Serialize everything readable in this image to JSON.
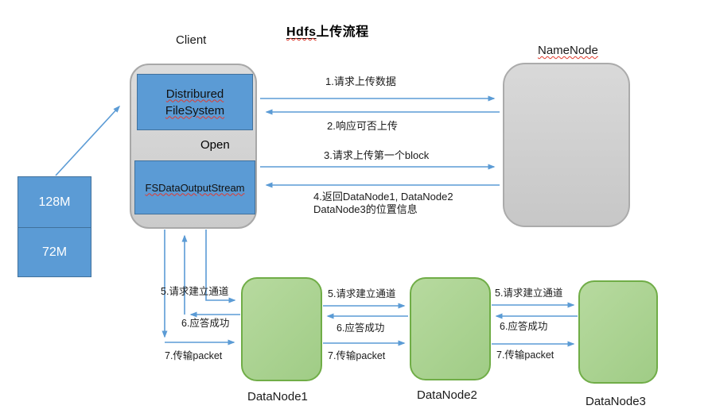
{
  "title": {
    "en": "Hdfs",
    "zh": "上传流程"
  },
  "client": {
    "label": "Client",
    "inner_top_line1": "Distribured",
    "inner_top_line2": "FileSystem",
    "open_label": "Open",
    "inner_bottom": "FSDataOutputStream"
  },
  "namenode": {
    "label": "NameNode"
  },
  "file_block": {
    "top": "128M",
    "bottom": "72M"
  },
  "datanodes": [
    "DataNode1",
    "DataNode2",
    "DataNode3"
  ],
  "messages": {
    "m1": "1.请求上传数据",
    "m2": "2.响应可否上传",
    "m3": "3.请求上传第一个block",
    "m4_line1": "4.返回DataNode1, DataNode2",
    "m4_line2": "DataNode3的位置信息",
    "m5": "5.请求建立通道",
    "m6": "6.应答成功",
    "m7": "7.传输packet"
  },
  "colors": {
    "arrow_blue": "#5b9bd5",
    "box_blue_fill": "#5b9bd5",
    "box_blue_border": "#41719c",
    "container_gray_fill": "#d4d4d4",
    "container_gray_border": "#a8a8a8",
    "datanode_green_fill": "#a9d18e",
    "datanode_green_border": "#70ad47",
    "spellcheck_red": "#e23b2e",
    "text_black": "#1a1a1a"
  }
}
